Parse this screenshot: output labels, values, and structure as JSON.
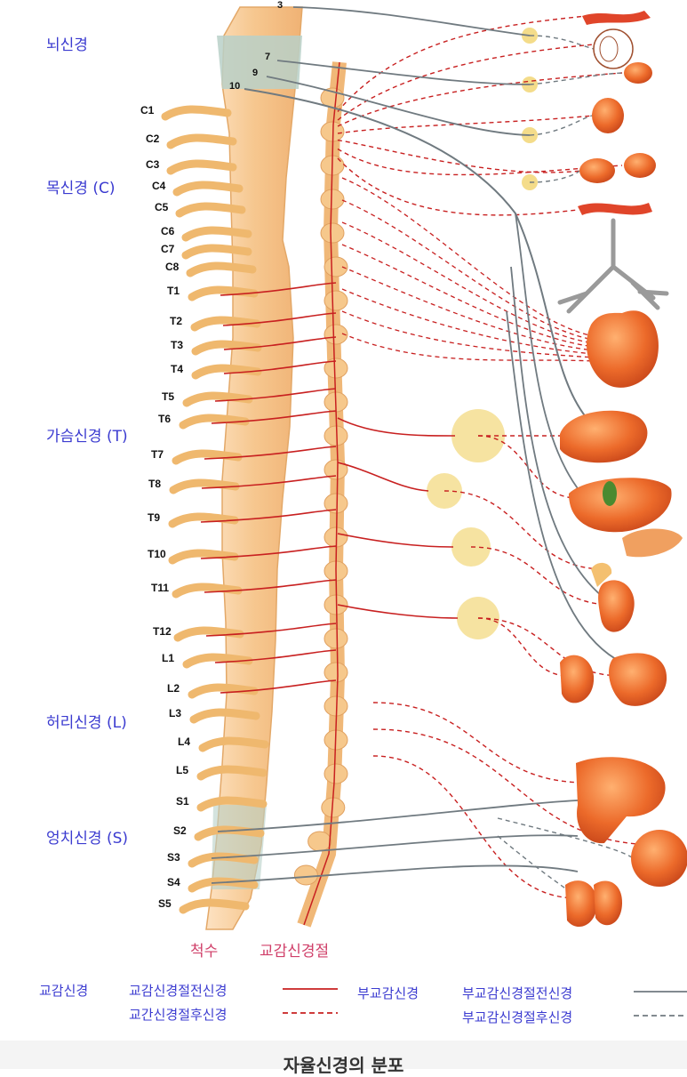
{
  "regions": {
    "cranial": "뇌신경",
    "cervical": "목신경 (C)",
    "thoracic": "가슴신경 (T)",
    "lumbar": "허리신경 (L)",
    "sacral": "엉치신경 (S)"
  },
  "segments": [
    "C1",
    "C2",
    "C3",
    "C4",
    "C5",
    "C6",
    "C7",
    "C8",
    "T1",
    "T2",
    "T3",
    "T4",
    "T5",
    "T6",
    "T7",
    "T8",
    "T9",
    "T10",
    "T11",
    "T12",
    "L1",
    "L2",
    "L3",
    "L4",
    "L5",
    "S1",
    "S2",
    "S3",
    "S4",
    "S5"
  ],
  "cranial_numbers": [
    "3",
    "7",
    "9",
    "10"
  ],
  "bottom_labels": {
    "spinal_cord": "척수",
    "sympathetic_ganglion": "교감신경절"
  },
  "legend": {
    "sympathetic": "교감신경",
    "sym_pre": "교감신경절전신경",
    "sym_post": "교간신경절후신경",
    "parasympathetic": "부교감신경",
    "para_pre": "부교감신경절전신경",
    "para_post": "부교감신경절후신경"
  },
  "caption": "자율신경의 분포",
  "colors": {
    "sympathetic": "#c82020",
    "parasympathetic": "#707a80",
    "label_blue": "#3b3bd0",
    "label_pink": "#d0406a",
    "spine": "#f5c48a",
    "organ": "#e8642a",
    "ganglion": "#f4dc8a"
  }
}
